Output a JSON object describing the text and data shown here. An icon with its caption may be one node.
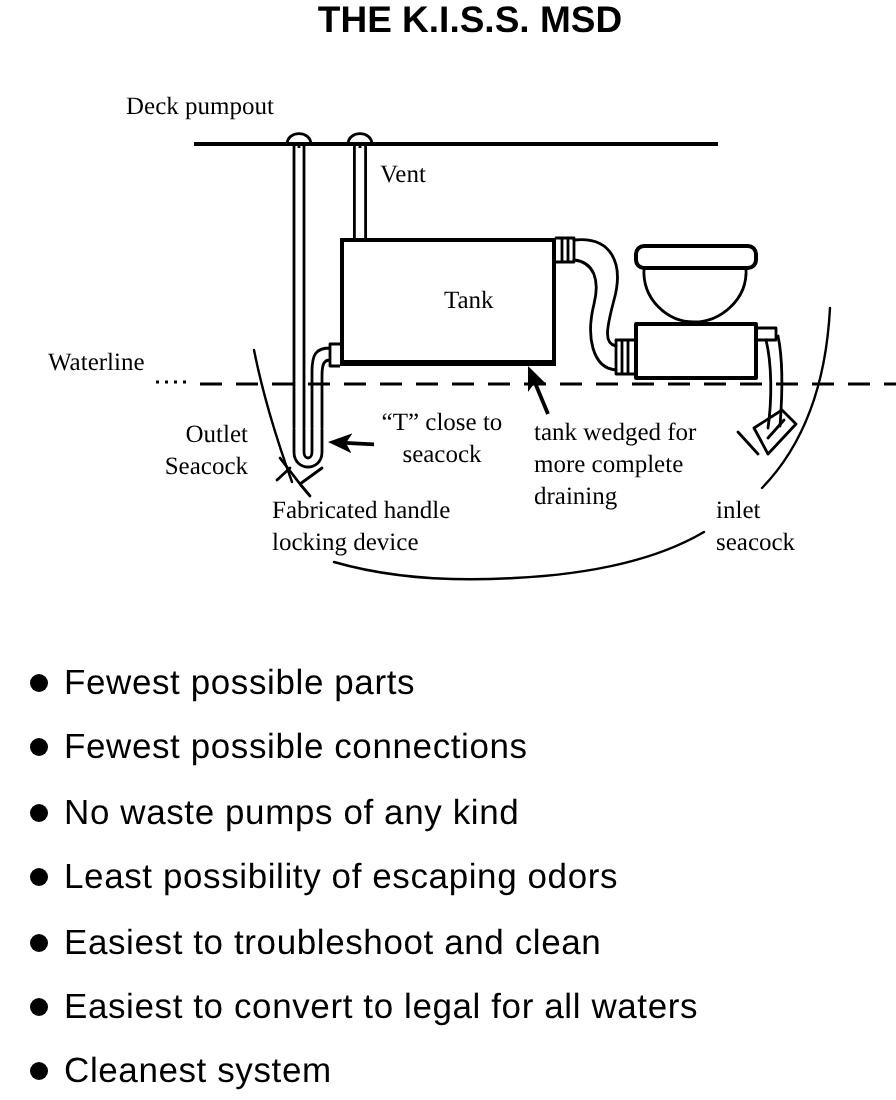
{
  "diagram": {
    "title": "THE K.I.S.S. MSD",
    "nodes": [
      {
        "text": [
          "Tank"
        ]
      },
      {
        "text": [
          "“T” close to seacock"
        ]
      },
      {
        "text": [
          "tank wedged for more complete draining"
        ]
      },
      {
        "text": [],
        "shape": "picture"
      },
      {
        "text": [],
        "shape": "bar"
      }
    ],
    "edges": [
      {
        "from": 1,
        "to": 3,
        "arrow": "to"
      },
      {
        "from": 2,
        "to": 0,
        "arrow": "to"
      },
      {
        "from": 0,
        "to": 3,
        "arrow": "none"
      },
      {
        "from": 3,
        "to": 4,
        "arrow": "other"
      },
      {
        "from": 0,
        "to": 4,
        "arrow": "other"
      }
    ],
    "labels": [
      "Deck pumpout",
      "Vent",
      "Waterline",
      "Outlet Seacock",
      "Fabricated handle locking device",
      "inlet seacock",
      "Fewest possible parts",
      "Fewest possible connections",
      "No waste pumps of any kind",
      "Least possibility of escaping odors",
      "Easiest to troubleshoot and clean",
      "Easiest to convert to legal for all waters",
      "Cleanest system"
    ]
  }
}
